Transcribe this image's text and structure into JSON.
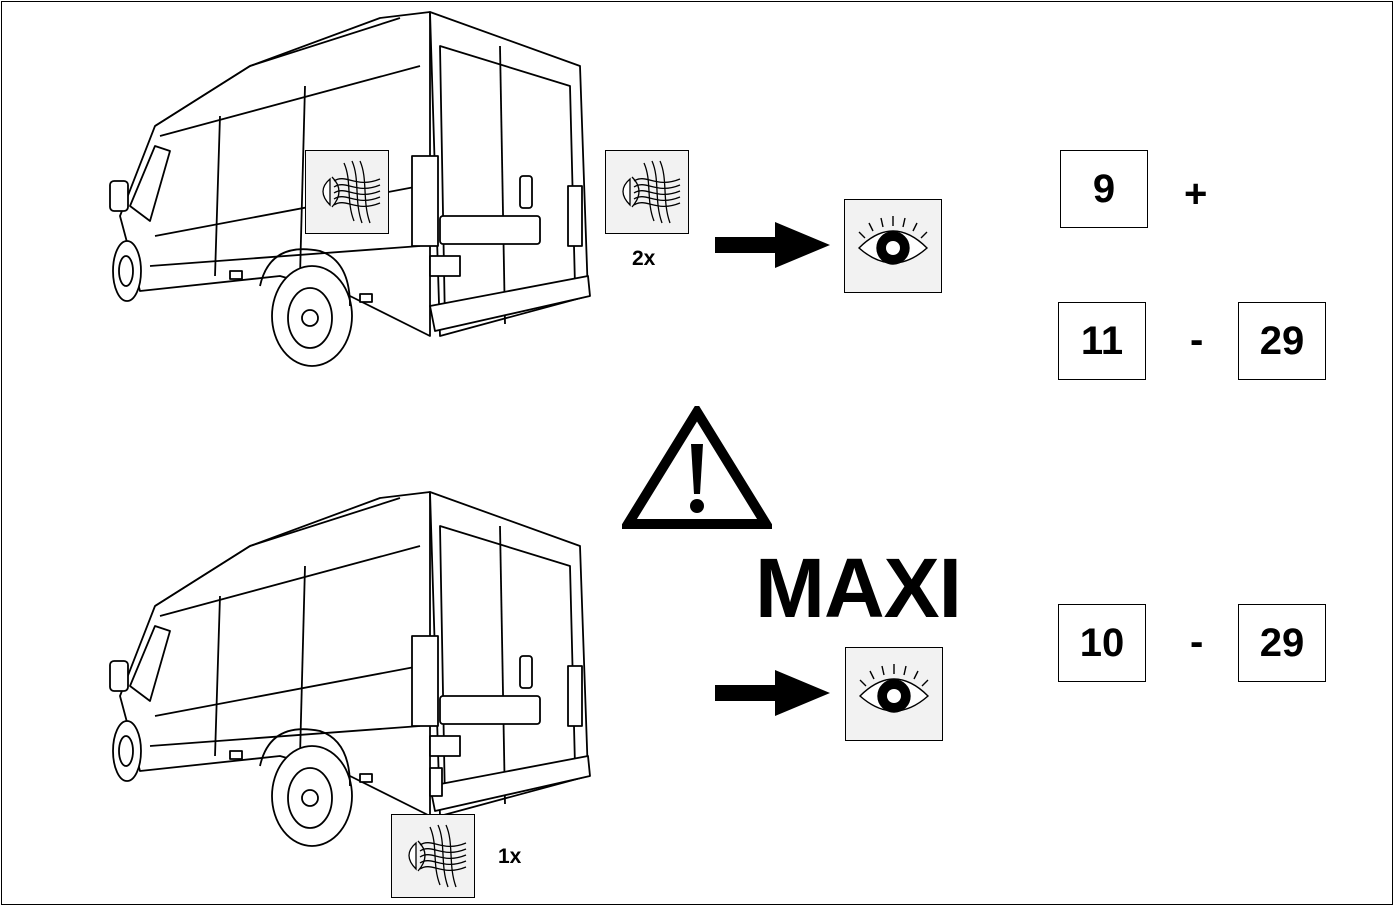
{
  "upper_section": {
    "fog_light_count": "2x",
    "start_plus": {
      "first": "9",
      "operator": "+"
    },
    "range": {
      "from": "11",
      "separator": "-",
      "to": "29"
    }
  },
  "warning": {
    "label": "MAXI"
  },
  "lower_section": {
    "fog_light_count": "1x",
    "range": {
      "from": "10",
      "separator": "-",
      "to": "29"
    }
  },
  "icons": [
    "van-rear-view-icon",
    "fog-light-icon",
    "arrow-right-icon",
    "eye-icon",
    "warning-triangle-icon"
  ]
}
